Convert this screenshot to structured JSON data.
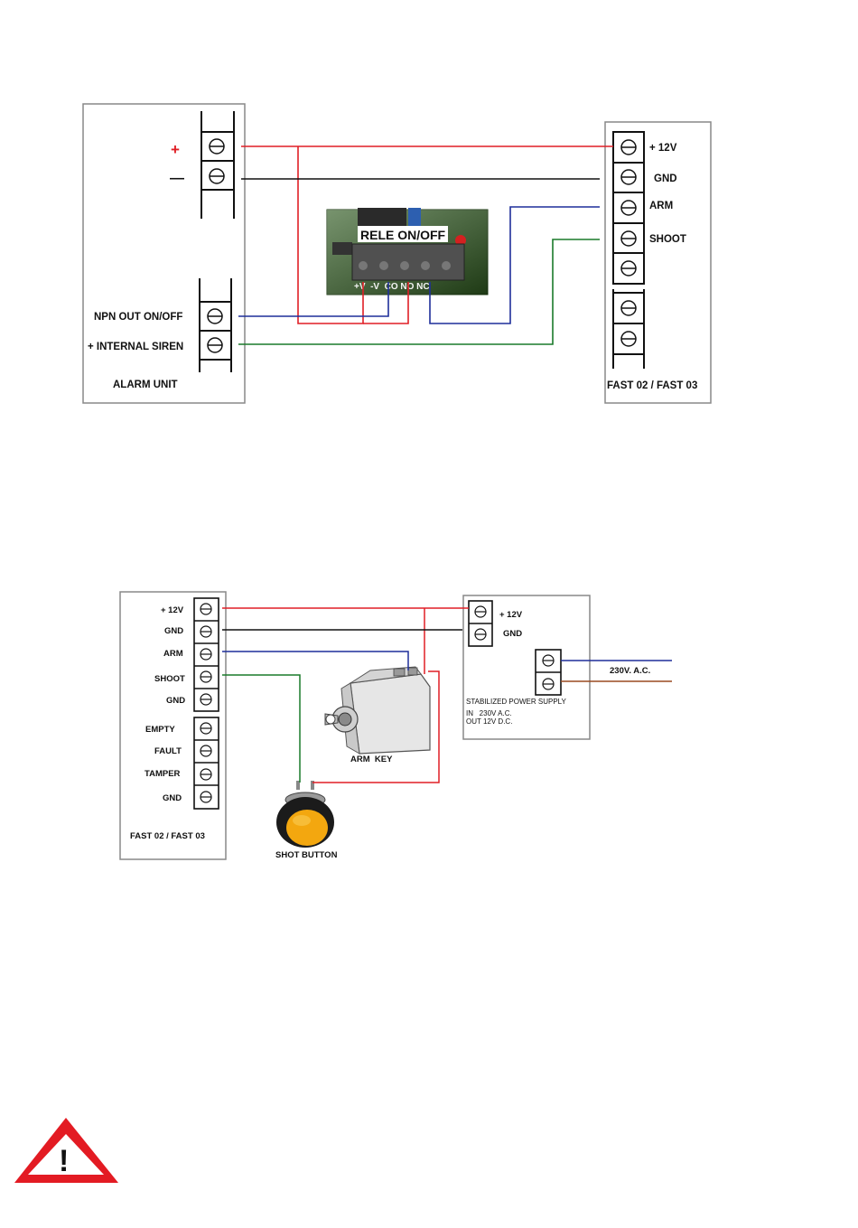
{
  "colors": {
    "red": "#e01f26",
    "black": "#111111",
    "blue": "#1f2f9a",
    "green": "#1a7a2a",
    "brown": "#9a4a20",
    "warning_red": "#e31b23"
  },
  "diagram1": {
    "alarm_unit": {
      "plus_symbol": "+",
      "minus_symbol": "—",
      "npn_label": "NPN OUT ON/OFF",
      "siren_label": "+ INTERNAL SIREN",
      "title": "ALARM UNIT"
    },
    "relay_module": {
      "label": "RELE ON/OFF",
      "pin_labels": "+V  -V  CO NO NC"
    },
    "fast_unit": {
      "terminals": [
        "+ 12V",
        "GND",
        "ARM",
        "SHOOT"
      ],
      "title": "FAST 02 / FAST 03"
    }
  },
  "diagram2": {
    "fast_unit": {
      "terminals": [
        "+ 12V",
        "GND",
        "ARM",
        "SHOOT",
        "GND",
        "EMPTY",
        "FAULT",
        "TAMPER",
        "GND"
      ],
      "title": "FAST 02 / FAST 03"
    },
    "power_supply": {
      "terminals": [
        "+ 12V",
        "GND"
      ],
      "ac_label": "230V. A.C.",
      "title": "STABILIZED POWER SUPPLY",
      "input_line": "IN   230V A.C.",
      "output_line": "OUT 12V D.C."
    },
    "arm_key_label": "ARM  KEY",
    "shot_button_label": "SHOT BUTTON"
  },
  "warning": {
    "icon": "warning-triangle-icon",
    "symbol": "!"
  }
}
